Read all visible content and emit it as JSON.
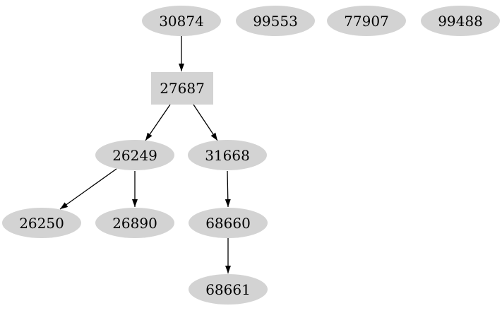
{
  "graph": {
    "type": "directed-graph",
    "colors": {
      "node_fill": "#d3d3d3",
      "edge": "#000000",
      "text": "#000000",
      "background": "#ffffff"
    },
    "nodes": [
      {
        "id": "30874",
        "label": "30874",
        "shape": "ellipse"
      },
      {
        "id": "99553",
        "label": "99553",
        "shape": "ellipse"
      },
      {
        "id": "77907",
        "label": "77907",
        "shape": "ellipse"
      },
      {
        "id": "99488",
        "label": "99488",
        "shape": "ellipse"
      },
      {
        "id": "27687",
        "label": "27687",
        "shape": "box"
      },
      {
        "id": "26249",
        "label": "26249",
        "shape": "ellipse"
      },
      {
        "id": "31668",
        "label": "31668",
        "shape": "ellipse"
      },
      {
        "id": "26250",
        "label": "26250",
        "shape": "ellipse"
      },
      {
        "id": "26890",
        "label": "26890",
        "shape": "ellipse"
      },
      {
        "id": "68660",
        "label": "68660",
        "shape": "ellipse"
      },
      {
        "id": "68661",
        "label": "68661",
        "shape": "ellipse"
      }
    ],
    "edges": [
      {
        "from": "30874",
        "to": "27687"
      },
      {
        "from": "27687",
        "to": "26249"
      },
      {
        "from": "27687",
        "to": "31668"
      },
      {
        "from": "26249",
        "to": "26250"
      },
      {
        "from": "26249",
        "to": "26890"
      },
      {
        "from": "31668",
        "to": "68660"
      },
      {
        "from": "68660",
        "to": "68661"
      }
    ]
  }
}
